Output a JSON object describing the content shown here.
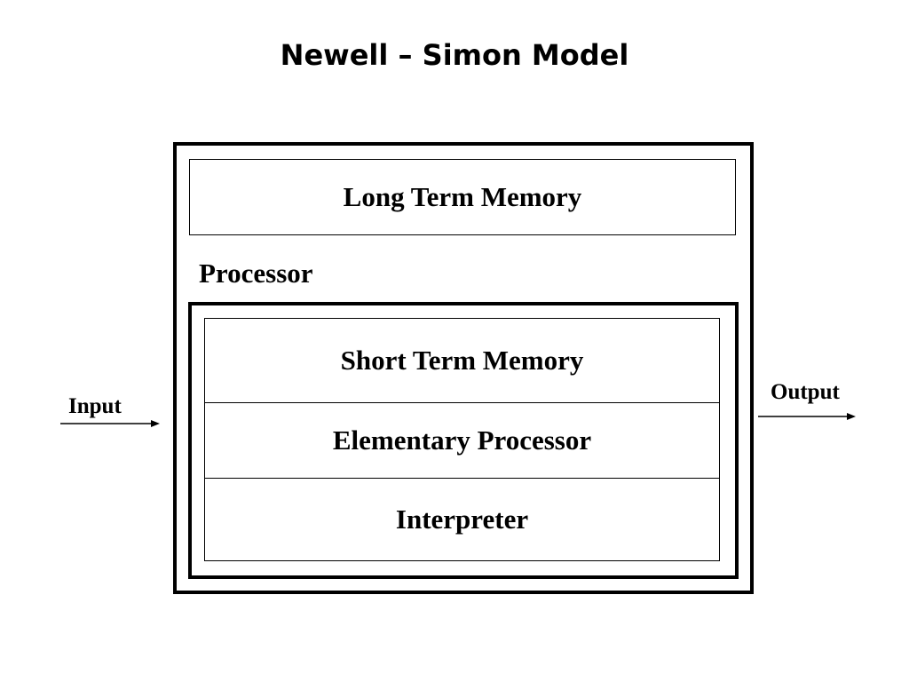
{
  "title": "Newell – Simon Model",
  "diagram": {
    "long_term_memory": "Long Term Memory",
    "processor_label": "Processor",
    "processor_components": [
      "Short Term Memory",
      "Elementary Processor",
      "Interpreter"
    ],
    "input_label": "Input",
    "output_label": "Output"
  }
}
